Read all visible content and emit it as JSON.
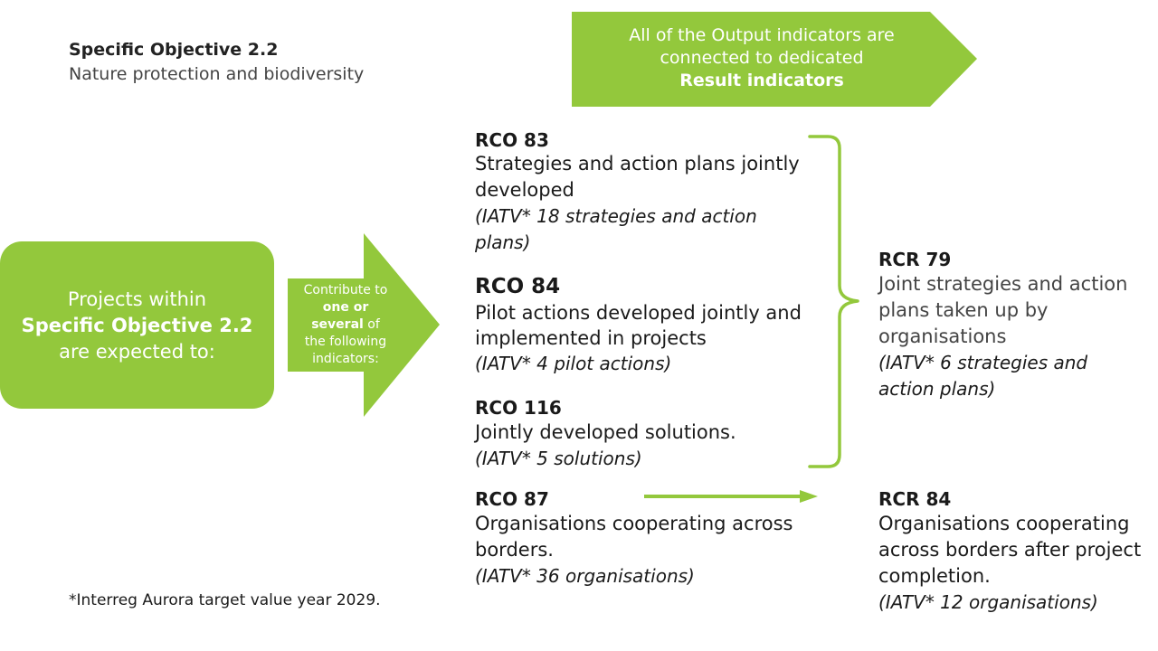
{
  "objective": {
    "title": "Specific Objective 2.2",
    "subtitle": "Nature protection and biodiversity"
  },
  "banner": {
    "line1": "All of the Output indicators are",
    "line2": "connected to dedicated",
    "bold": "Result indicators"
  },
  "projects": {
    "line1": "Projects within",
    "bold": "Specific Objective 2.2",
    "line3": "are expected to:"
  },
  "contribute": {
    "line1": "Contribute to",
    "bold1": "one or",
    "bold2": "several",
    "rest2": " of",
    "line3": "the following",
    "line4": "indicators:"
  },
  "outputs": [
    {
      "code": "RCO 83",
      "desc": "Strategies and action plans jointly developed",
      "note": "(IATV* 18 strategies and action plans)"
    },
    {
      "code": "RCO 84",
      "desc": "Pilot actions developed jointly and implemented in projects",
      "note": "(IATV* 4 pilot actions)"
    },
    {
      "code": "RCO 116",
      "desc": "Jointly developed solutions.",
      "note": "(IATV* 5 solutions)"
    },
    {
      "code": "RCO 87",
      "desc": "Organisations cooperating across borders.",
      "note": "(IATV* 36 organisations)"
    }
  ],
  "results": [
    {
      "code": "RCR 79",
      "desc": "Joint strategies and action plans taken up by organisations",
      "note": "(IATV* 6 strategies and action plans)"
    },
    {
      "code": "RCR 84",
      "desc": "Organisations cooperating across borders after project completion.",
      "note": "(IATV* 12 organisations)"
    }
  ],
  "footnote": "*Interreg Aurora target value year 2029.",
  "colors": {
    "green": "#93c83c",
    "text": "#1a1a1a"
  }
}
